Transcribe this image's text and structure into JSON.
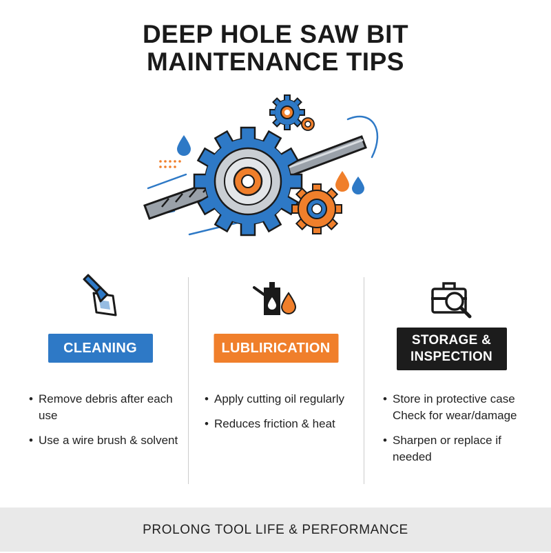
{
  "title": {
    "line1": "DEEP HOLE SAW BIT",
    "line2": "MAINTENANCE TIPS"
  },
  "hero": {
    "icons": [
      "drill-bit-icon",
      "saw-blade-icon",
      "gear-icon",
      "oil-drop-icon"
    ]
  },
  "colors": {
    "blue": "#2e79c6",
    "orange": "#f07f2b",
    "black": "#1c1c1c",
    "footer_bg": "#e9e9e9"
  },
  "columns": [
    {
      "icon": "brush-cleaning-icon",
      "label": "CLEANING",
      "bullets": [
        "Remove debris after each use",
        "Use a wire brush & solvent"
      ]
    },
    {
      "icon": "oil-can-icon",
      "label": "LUBLIRICATION",
      "bullets": [
        "Apply cutting oil regularly",
        "Reduces friction & heat"
      ]
    },
    {
      "icon": "toolbox-magnifier-icon",
      "label": "STORAGE & INSPECTION",
      "bullets": [
        "Store in protective case Check for wear/damage",
        "Sharpen or replace if needed"
      ]
    }
  ],
  "footer": "PROLONG TOOL LIFE & PERFORMANCE"
}
